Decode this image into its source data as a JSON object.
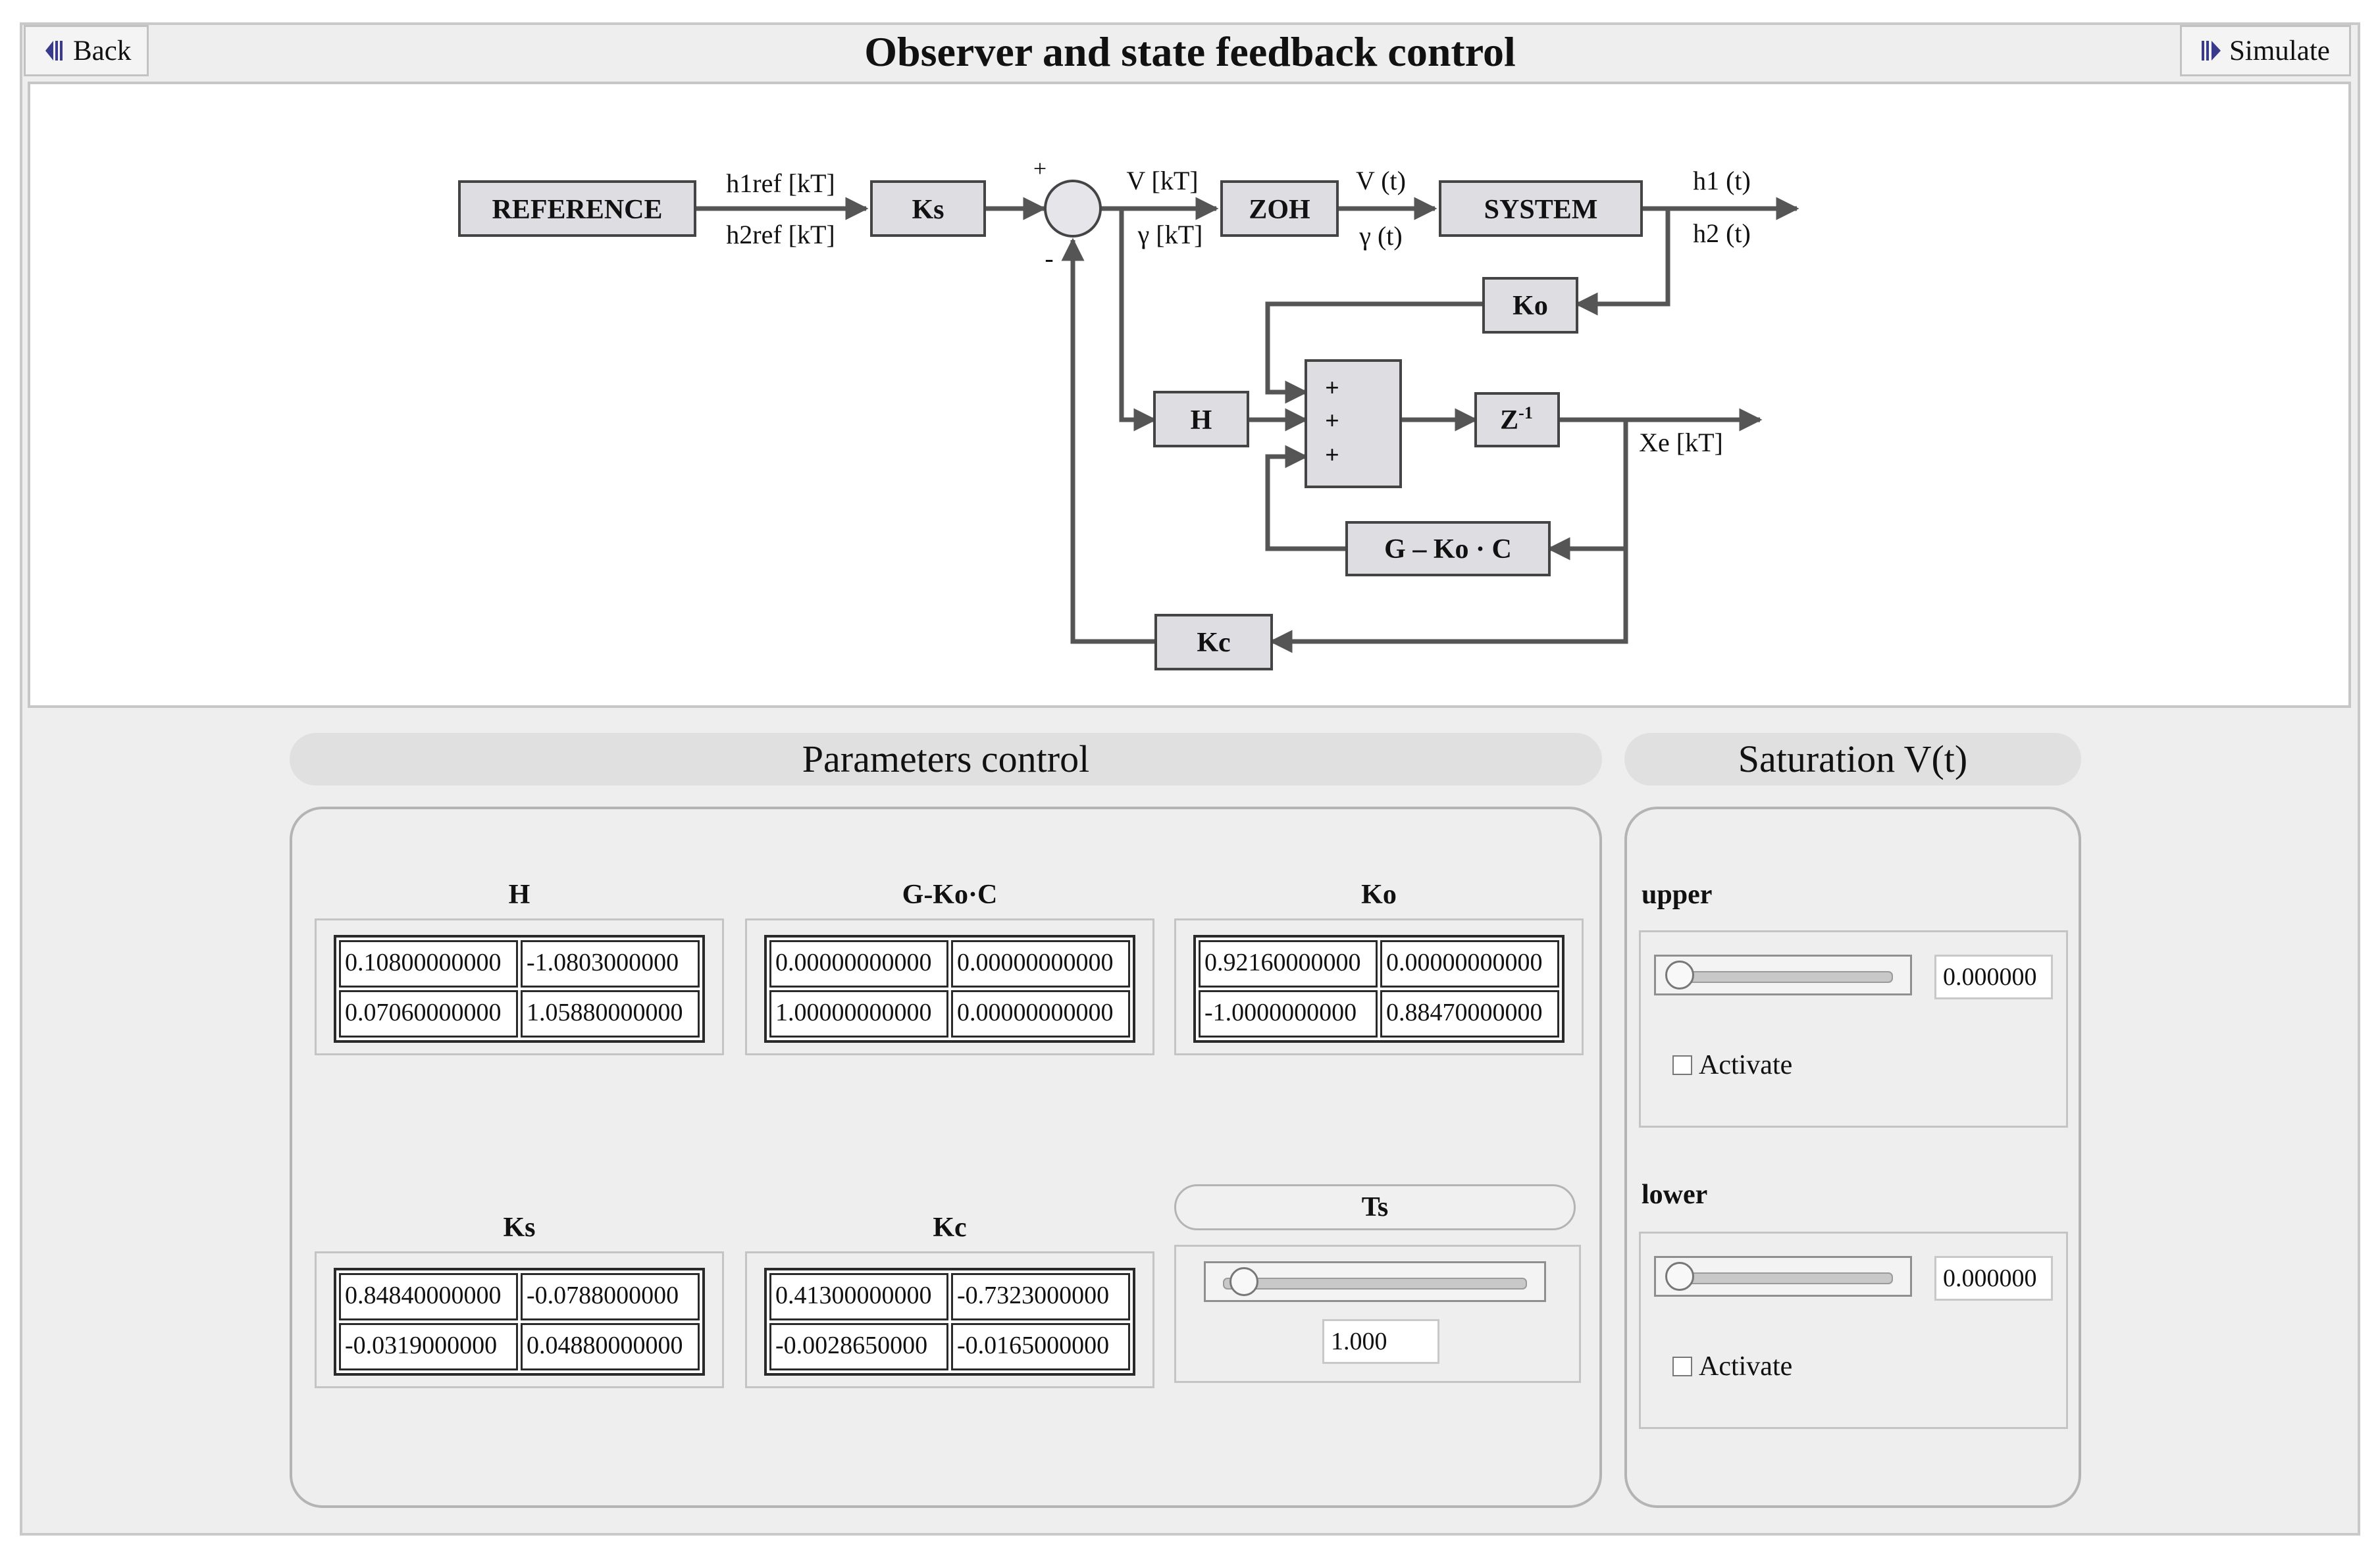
{
  "header": {
    "title": "Observer and state feedback control",
    "back_label": "Back",
    "simulate_label": "Simulate"
  },
  "diagram": {
    "blocks": {
      "reference": "REFERENCE",
      "ks": "Ks",
      "zoh": "ZOH",
      "system": "SYSTEM",
      "ko": "Ko",
      "h": "H",
      "adder_signs": [
        "+",
        "+",
        "+"
      ],
      "zinv": "Z",
      "zinv_exp": "-1",
      "gkoc": "G – Ko · C",
      "kc": "Kc"
    },
    "signals": {
      "h1ref": "h1ref [kT]",
      "h2ref": "h2ref [kT]",
      "vk": "V [kT]",
      "gk": "γ [kT]",
      "vt": "V (t)",
      "gt": "γ (t)",
      "h1t": "h1 (t)",
      "h2t": "h2 (t)",
      "xe": "Xe [kT]",
      "plus": "+",
      "minus": "-"
    }
  },
  "parameters": {
    "title": "Parameters control",
    "matrices": {
      "H": {
        "label": "H",
        "rows": [
          [
            "0.10800000000",
            "-1.0803000000"
          ],
          [
            "0.07060000000",
            "1.05880000000"
          ]
        ]
      },
      "GKoC": {
        "label": "G-Ko·C",
        "rows": [
          [
            "0.00000000000",
            "0.00000000000"
          ],
          [
            "1.00000000000",
            "0.00000000000"
          ]
        ]
      },
      "Ko": {
        "label": "Ko",
        "rows": [
          [
            "0.92160000000",
            "0.00000000000"
          ],
          [
            "-1.0000000000",
            "0.88470000000"
          ]
        ]
      },
      "Ks": {
        "label": "Ks",
        "rows": [
          [
            "0.84840000000",
            "-0.0788000000"
          ],
          [
            "-0.0319000000",
            "0.04880000000"
          ]
        ]
      },
      "Kc": {
        "label": "Kc",
        "rows": [
          [
            "0.41300000000",
            "-0.7323000000"
          ],
          [
            "-0.0028650000",
            "-0.0165000000"
          ]
        ]
      }
    },
    "ts": {
      "label": "Ts",
      "value": "1.000",
      "slider_fraction": 0.05
    }
  },
  "saturation": {
    "title": "Saturation V(t)",
    "upper": {
      "label": "upper",
      "value": "0.000000",
      "activate_label": "Activate",
      "activated": false,
      "slider_fraction": 0.0
    },
    "lower": {
      "label": "lower",
      "value": "0.000000",
      "activate_label": "Activate",
      "activated": false,
      "slider_fraction": 0.0
    }
  },
  "colors": {
    "panel": "#eeeeee",
    "block_fill": "#dedee2",
    "line": "#555555",
    "icon": "#3a3a8c"
  }
}
